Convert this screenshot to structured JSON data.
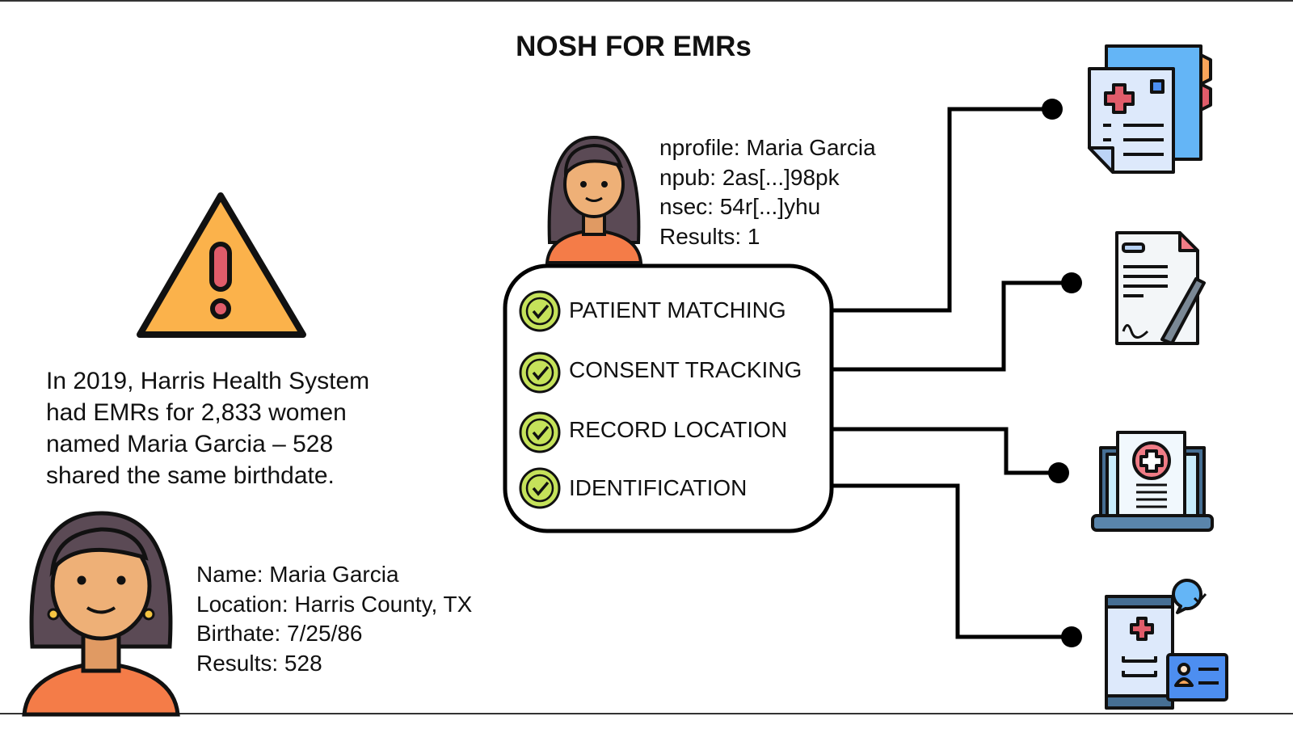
{
  "title": "NOSH FOR EMRs",
  "story": [
    "In 2019, Harris Health System",
    "had EMRs for 2,833 women",
    "named Maria Garcia – 528",
    "shared the same birthdate."
  ],
  "profile": {
    "name": "Name: Maria Garcia",
    "location": "Location: Harris County, TX",
    "birthdate": "Birthate: 7/25/86",
    "results": "Results: 528"
  },
  "nostr": {
    "nprofile": "nprofile: Maria Garcia",
    "npub": "npub: 2as[...]98pk",
    "nsec": "nsec: 54r[...]yhu",
    "results": "Results: 1"
  },
  "features": [
    "PATIENT MATCHING",
    "CONSENT TRACKING",
    "RECORD LOCATION",
    "IDENTIFICATION"
  ],
  "icons": [
    "warning-icon",
    "woman-avatar-icon",
    "medical-records-icon",
    "signed-consent-icon",
    "laptop-medical-record-icon",
    "mobile-health-id-icon",
    "check-circle-icon"
  ],
  "colors": {
    "check": "#c5e25a",
    "warning": "#fbb24b",
    "red": "#e05c6a",
    "blue": "#64b5f6",
    "skin": "#eeb077",
    "hair": "#5b4a55",
    "shirt": "#f47c48"
  }
}
